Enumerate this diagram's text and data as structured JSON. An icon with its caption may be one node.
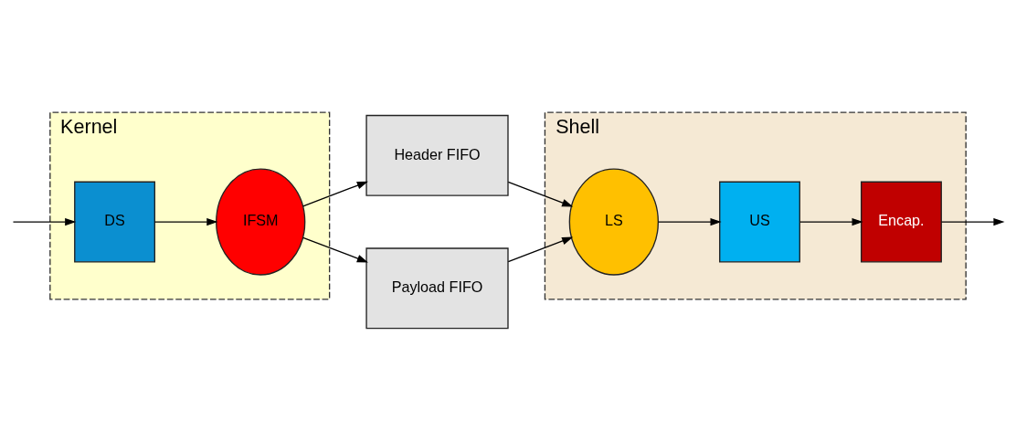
{
  "diagram": {
    "nodes": [
      {
        "text": [
          "Kernel"
        ]
      },
      {
        "text": [
          "Shell"
        ]
      },
      {
        "text": [
          "DS"
        ],
        "in": 0
      },
      {
        "text": [
          "IFSM"
        ],
        "in": 0
      },
      {
        "text": [
          "Header FIFO"
        ]
      },
      {
        "text": [
          "Payload FIFO"
        ]
      },
      {
        "text": [
          "LS"
        ],
        "in": 1
      },
      {
        "text": [
          "US"
        ],
        "in": 1
      },
      {
        "text": [
          "Encap."
        ],
        "in": 1
      }
    ],
    "edges": [
      {
        "from": null,
        "to": 2,
        "arrow": "to"
      },
      {
        "from": 2,
        "to": 3,
        "arrow": "to"
      },
      {
        "from": 3,
        "to": 4,
        "arrow": "to"
      },
      {
        "from": 3,
        "to": 5,
        "arrow": "to"
      },
      {
        "from": 4,
        "to": 6,
        "arrow": "to"
      },
      {
        "from": 5,
        "to": 6,
        "arrow": "to"
      },
      {
        "from": 6,
        "to": 7,
        "arrow": "to"
      },
      {
        "from": 7,
        "to": 8,
        "arrow": "to"
      },
      {
        "from": 8,
        "to": null,
        "arrow": "to"
      }
    ]
  }
}
